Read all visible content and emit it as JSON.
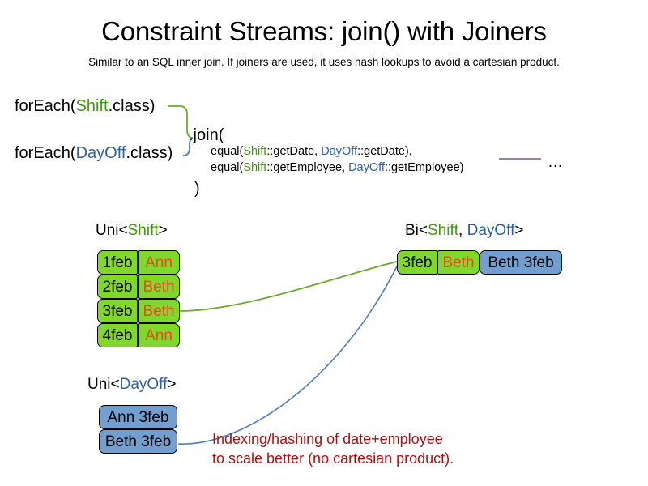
{
  "header": {
    "title": "Constraint Streams: join() with Joiners",
    "subtitle": "Similar to an SQL inner join. If joiners are used, it uses hash lookups to avoid a cartesian product."
  },
  "code": {
    "foreach_shift": {
      "prefix": "forEach(",
      "type": "Shift",
      "suffix": ".class)"
    },
    "foreach_dayoff": {
      "prefix": "forEach(",
      "type": "DayOff",
      "suffix": ".class)"
    },
    "join_open": ".join(",
    "join_close": ")",
    "equal_lines": [
      {
        "prefix": "equal(",
        "left_type": "Shift",
        "left_method": "::getDate, ",
        "right_type": "DayOff",
        "right_method": "::getDate),"
      },
      {
        "prefix": "equal(",
        "left_type": "Shift",
        "left_method": "::getEmployee, ",
        "right_type": "DayOff",
        "right_method": "::getEmployee)"
      }
    ],
    "ellipsis": "…"
  },
  "labels": {
    "uni_shift": {
      "prefix": "Uni<",
      "type": "Shift",
      "suffix": ">"
    },
    "bi": {
      "prefix": "Bi<",
      "type_a": "Shift",
      "separator": ", ",
      "type_b": "DayOff",
      "suffix": ">"
    },
    "uni_dayoff": {
      "prefix": "Uni<",
      "type": "DayOff",
      "suffix": ">"
    }
  },
  "uni_shift_rows": [
    {
      "date": "1feb",
      "employee": "Ann"
    },
    {
      "date": "2feb",
      "employee": "Beth"
    },
    {
      "date": "3feb",
      "employee": "Beth"
    },
    {
      "date": "4feb",
      "employee": "Ann"
    }
  ],
  "bi_row": {
    "date": "3feb",
    "employee": "Beth",
    "dayoff": "Beth 3feb"
  },
  "uni_dayoff_rows": [
    {
      "value": "Ann 3feb"
    },
    {
      "value": "Beth 3feb"
    }
  ],
  "caption": {
    "line1": "Indexing/hashing of date+employee",
    "line2": "to scale better (no cartesian product)."
  },
  "colors": {
    "shift_green": "#3f9b0b",
    "dayoff_blue": "#2a5fa5",
    "box_green": "#80d82a",
    "box_blue": "#729fcf",
    "employee_orange": "#e8491e",
    "caption_red": "#aa1111",
    "connector_green": "#6aa92a",
    "connector_blue": "#4a7ebb",
    "rule_purple": "#8b6f96"
  }
}
